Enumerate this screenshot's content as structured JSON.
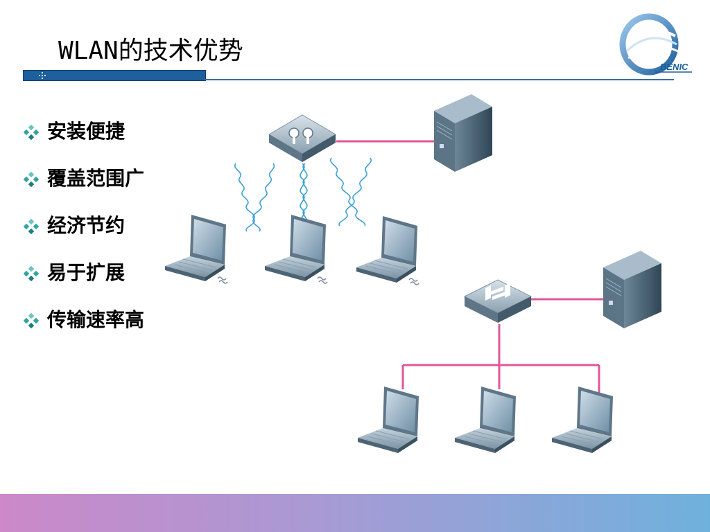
{
  "slide": {
    "title": "WLAN的技术优势",
    "logo_text": "BENIC"
  },
  "bullets": [
    {
      "label": "安装便捷"
    },
    {
      "label": "覆盖范围广"
    },
    {
      "label": "经济节约"
    },
    {
      "label": "易于扩展"
    },
    {
      "label": "传输速率高"
    }
  ],
  "colors": {
    "accent_blue": "#1e5f9e",
    "link_pink": "#e0569a",
    "bullet_teal": "#2fa7a0",
    "band_left": "#cc88c8",
    "band_right": "#6fb1dd"
  },
  "icons": {
    "bullet": "diamond-bullet-icon",
    "access_point": "wireless-access-point-icon",
    "switch": "network-switch-icon",
    "server": "server-tower-icon",
    "laptop": "laptop-icon",
    "wireless": "wireless-signal-icon"
  }
}
